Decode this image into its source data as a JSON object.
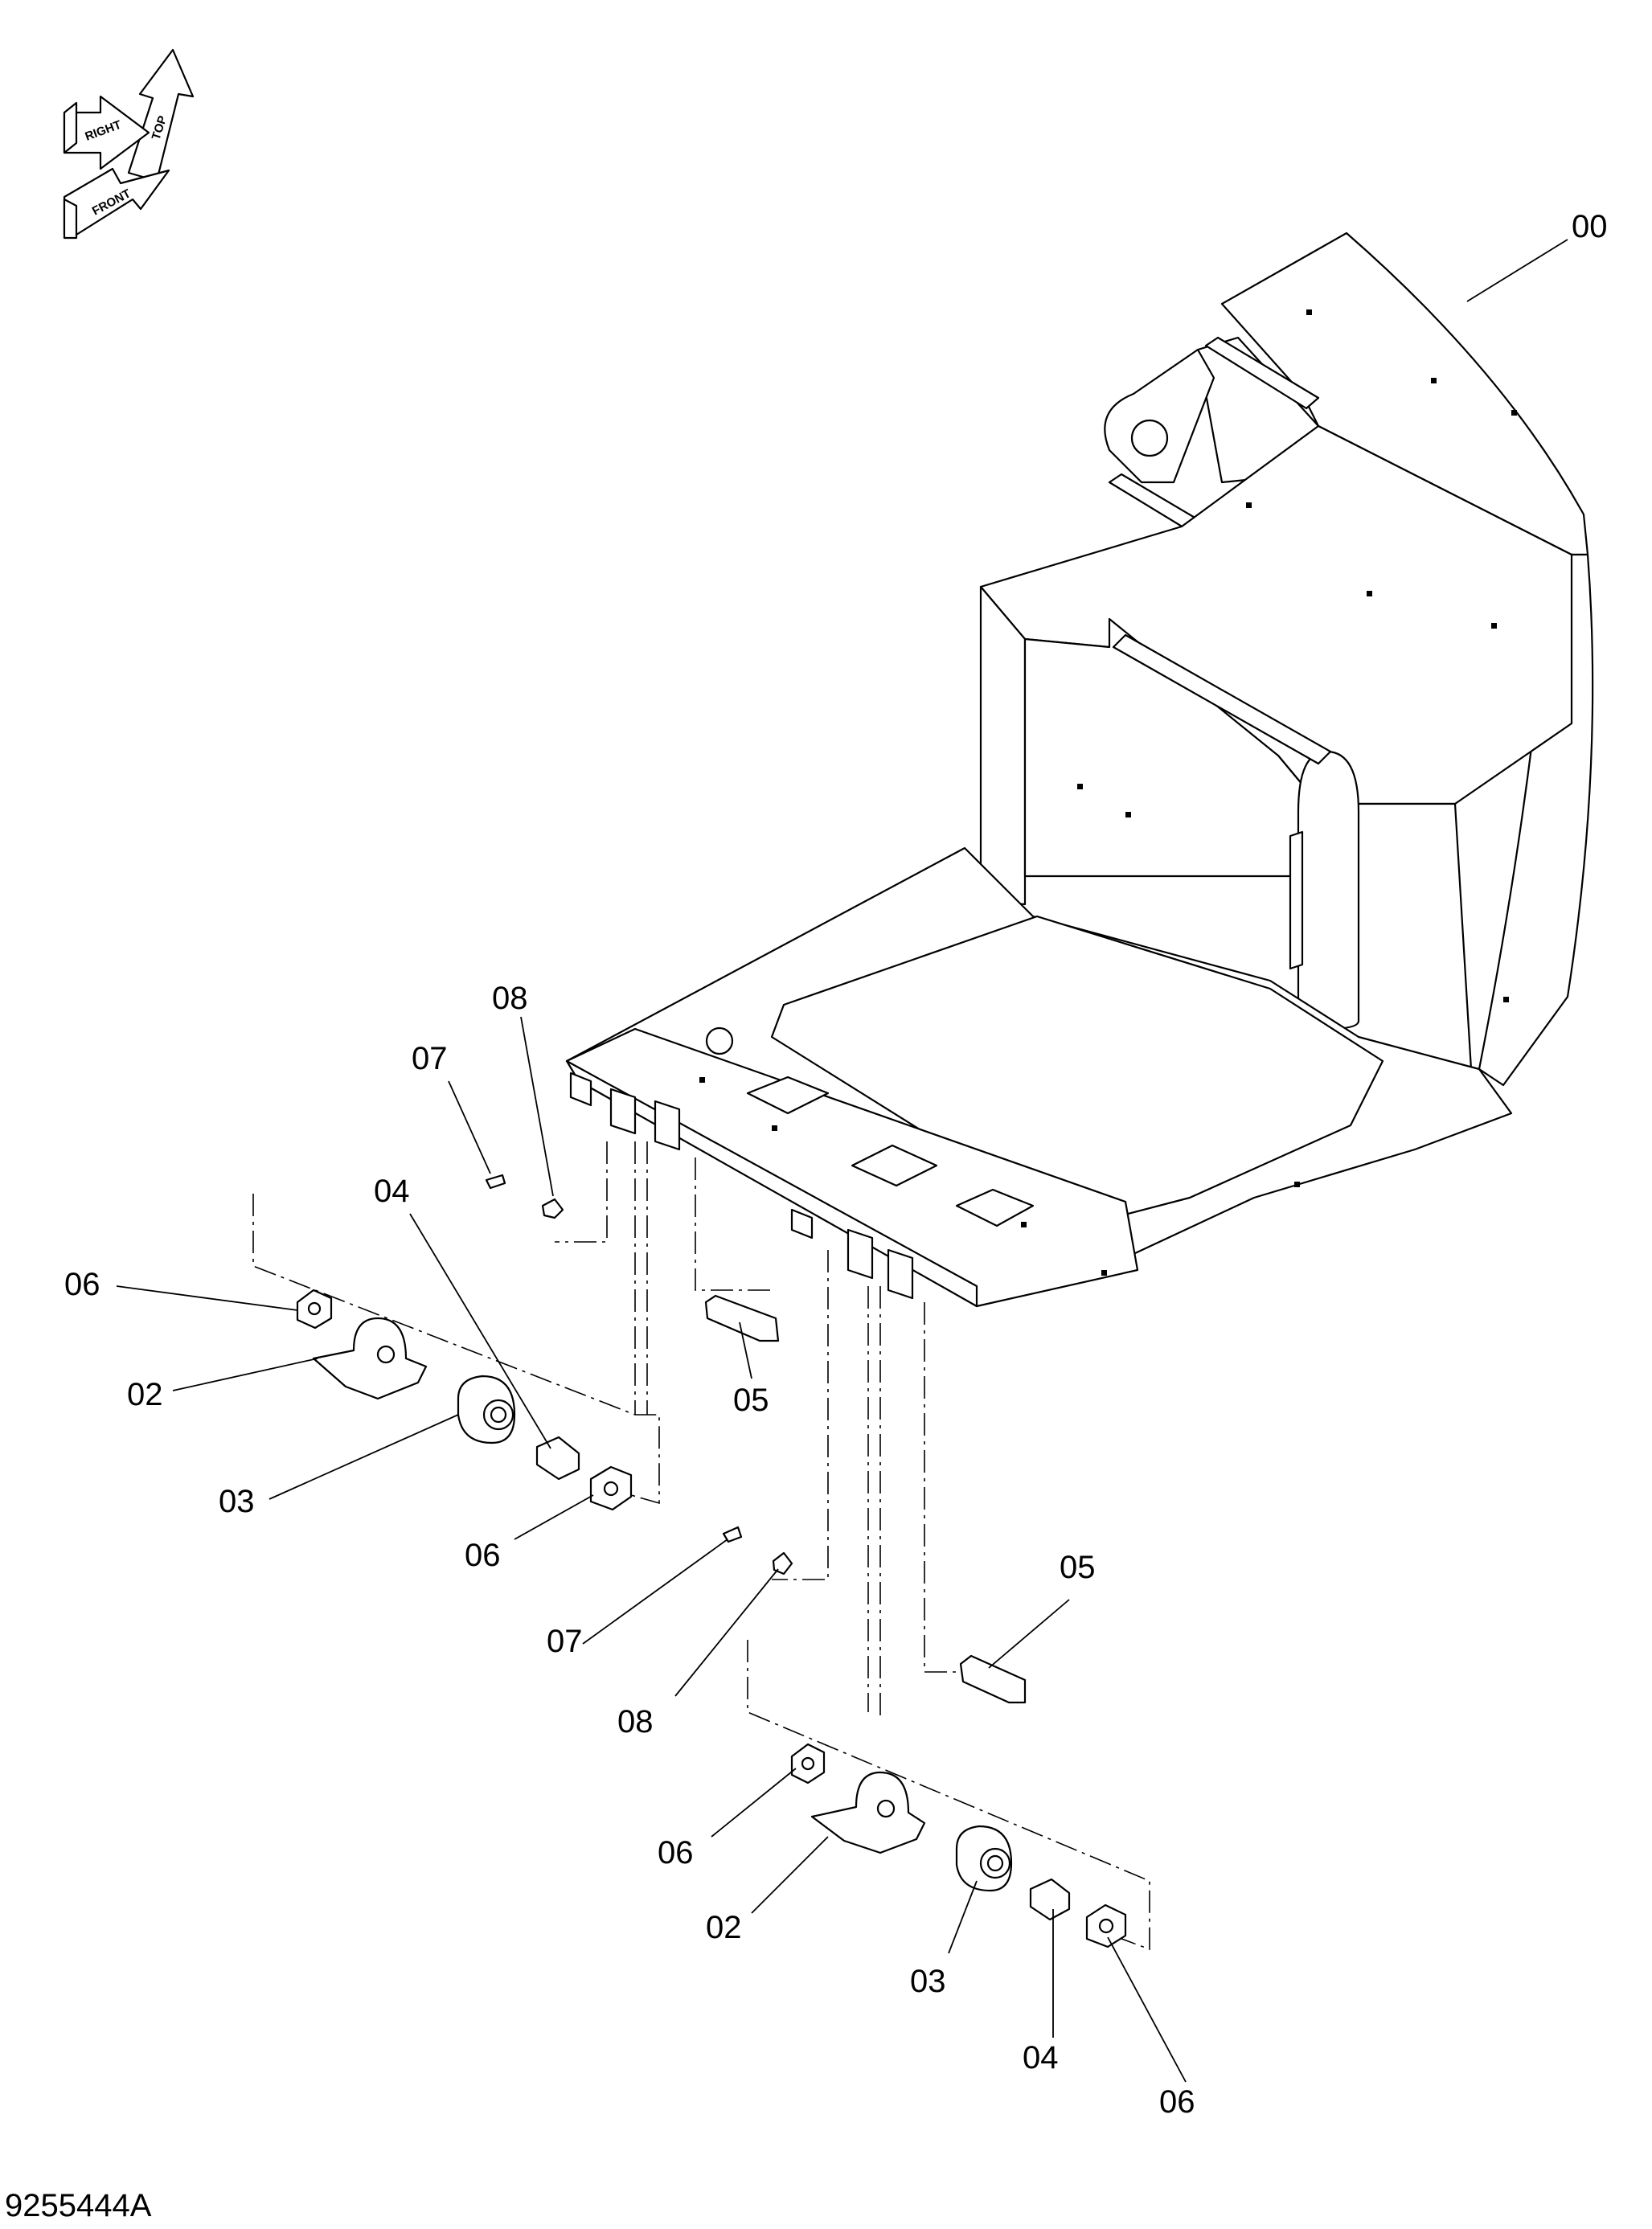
{
  "orientation": {
    "top": "TOP",
    "right": "RIGHT",
    "front": "FRONT",
    "icon": "orientation-arrows-icon"
  },
  "callouts": [
    {
      "id": "c00",
      "text": "00"
    },
    {
      "id": "c08a",
      "text": "08"
    },
    {
      "id": "c07a",
      "text": "07"
    },
    {
      "id": "c04a",
      "text": "04"
    },
    {
      "id": "c06a",
      "text": "06"
    },
    {
      "id": "c02a",
      "text": "02"
    },
    {
      "id": "c05a",
      "text": "05"
    },
    {
      "id": "c03a",
      "text": "03"
    },
    {
      "id": "c06b",
      "text": "06"
    },
    {
      "id": "c07b",
      "text": "07"
    },
    {
      "id": "c08b",
      "text": "08"
    },
    {
      "id": "c05b",
      "text": "05"
    },
    {
      "id": "c06c",
      "text": "06"
    },
    {
      "id": "c02b",
      "text": "02"
    },
    {
      "id": "c03b",
      "text": "03"
    },
    {
      "id": "c04b",
      "text": "04"
    },
    {
      "id": "c06d",
      "text": "06"
    }
  ],
  "drawing_number": "9255444A"
}
